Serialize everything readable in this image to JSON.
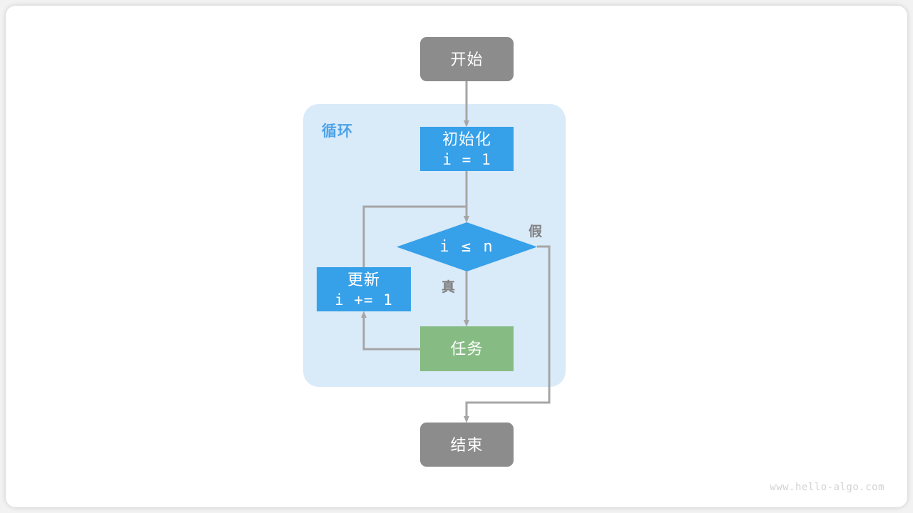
{
  "diagram": {
    "title": "for-loop flowchart",
    "watermark": "www.hello-algo.com",
    "colors": {
      "terminal": "#8c8c8c",
      "process": "#36a0e8",
      "task": "#86bc84",
      "loop_container": "#d9eaf9",
      "loop_label": "#4da3e8",
      "edge": "#a6a6a6",
      "label": "#808080",
      "watermark": "#d2d2d2",
      "card": "#ffffff",
      "page": "#f2f2f2"
    },
    "loop": {
      "label": "循环"
    },
    "nodes": {
      "start": {
        "label": "开始",
        "shape": "rounded-rect",
        "fill": "#8c8c8c"
      },
      "init": {
        "line1": "初始化",
        "line2": "i = 1",
        "shape": "rect",
        "fill": "#36a0e8"
      },
      "decision": {
        "label": "i ≤ n",
        "shape": "diamond",
        "fill": "#36a0e8"
      },
      "update": {
        "line1": "更新",
        "line2": "i += 1",
        "shape": "rect",
        "fill": "#36a0e8"
      },
      "task": {
        "label": "任务",
        "shape": "rect",
        "fill": "#86bc84"
      },
      "end": {
        "label": "结束",
        "shape": "rounded-rect",
        "fill": "#8c8c8c"
      }
    },
    "edge_labels": {
      "true": "真",
      "false": "假"
    }
  }
}
